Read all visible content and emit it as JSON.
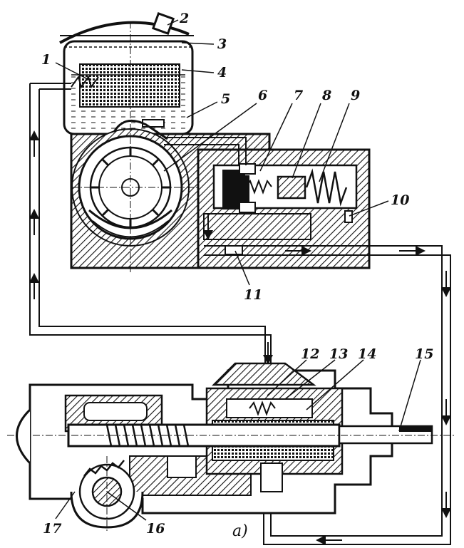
{
  "labels": {
    "l1": "1",
    "l2": "2",
    "l3": "3",
    "l4": "4",
    "l5": "5",
    "l6": "6",
    "l7": "7",
    "l8": "8",
    "l9": "9",
    "l10": "10",
    "l11": "11",
    "l12": "12",
    "l13": "13",
    "l14": "14",
    "l15": "15",
    "l16": "16",
    "l17": "17"
  },
  "caption": "a)"
}
